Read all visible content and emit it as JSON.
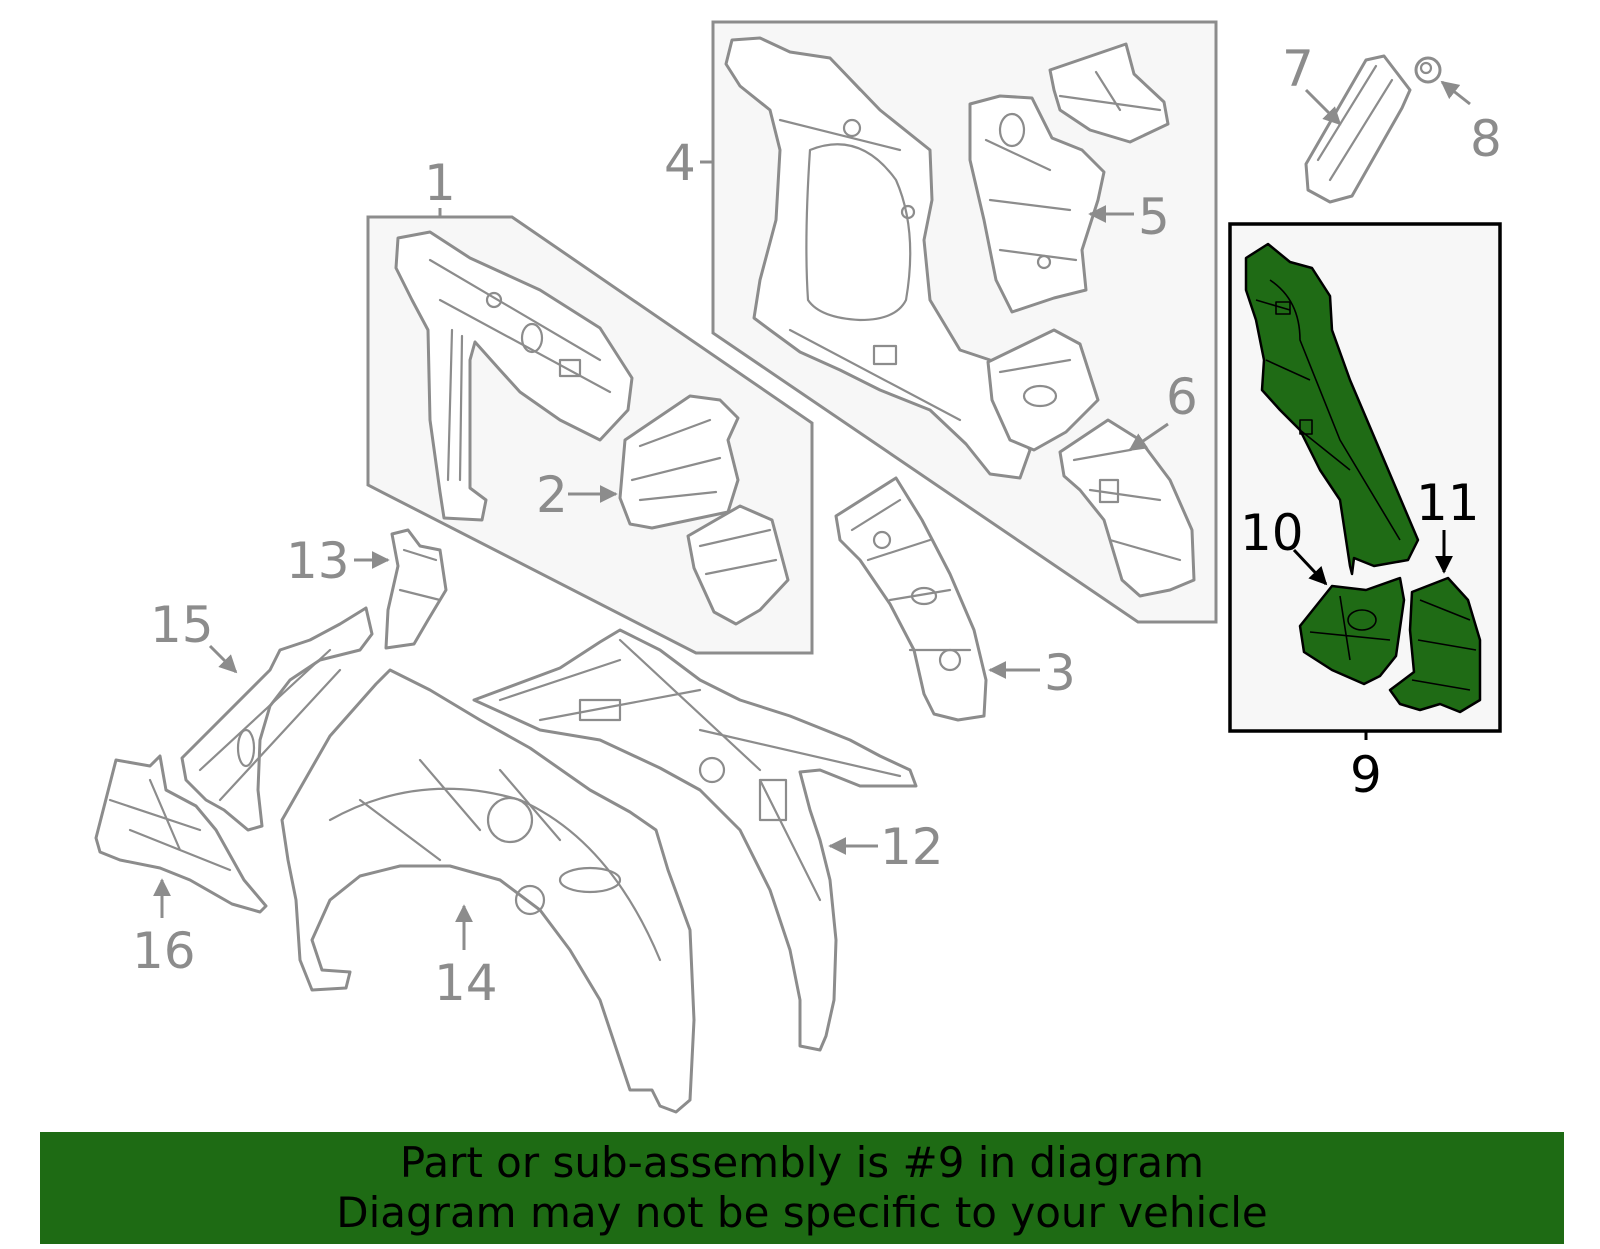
{
  "diagram": {
    "callouts": {
      "c1": "1",
      "c2": "2",
      "c3": "3",
      "c4": "4",
      "c5": "5",
      "c6": "6",
      "c7": "7",
      "c8": "8",
      "c9": "9",
      "c10": "10",
      "c11": "11",
      "c12": "12",
      "c13": "13",
      "c14": "14",
      "c15": "15",
      "c16": "16"
    },
    "highlighted_part": "9",
    "colors": {
      "highlight_fill": "#1f6b15",
      "line_gray": "#8c8c8c",
      "banner": "#1e6b14"
    }
  },
  "banner": {
    "line1": "Part or sub-assembly is #9 in diagram",
    "line2": "Diagram may not be specific to your vehicle"
  }
}
